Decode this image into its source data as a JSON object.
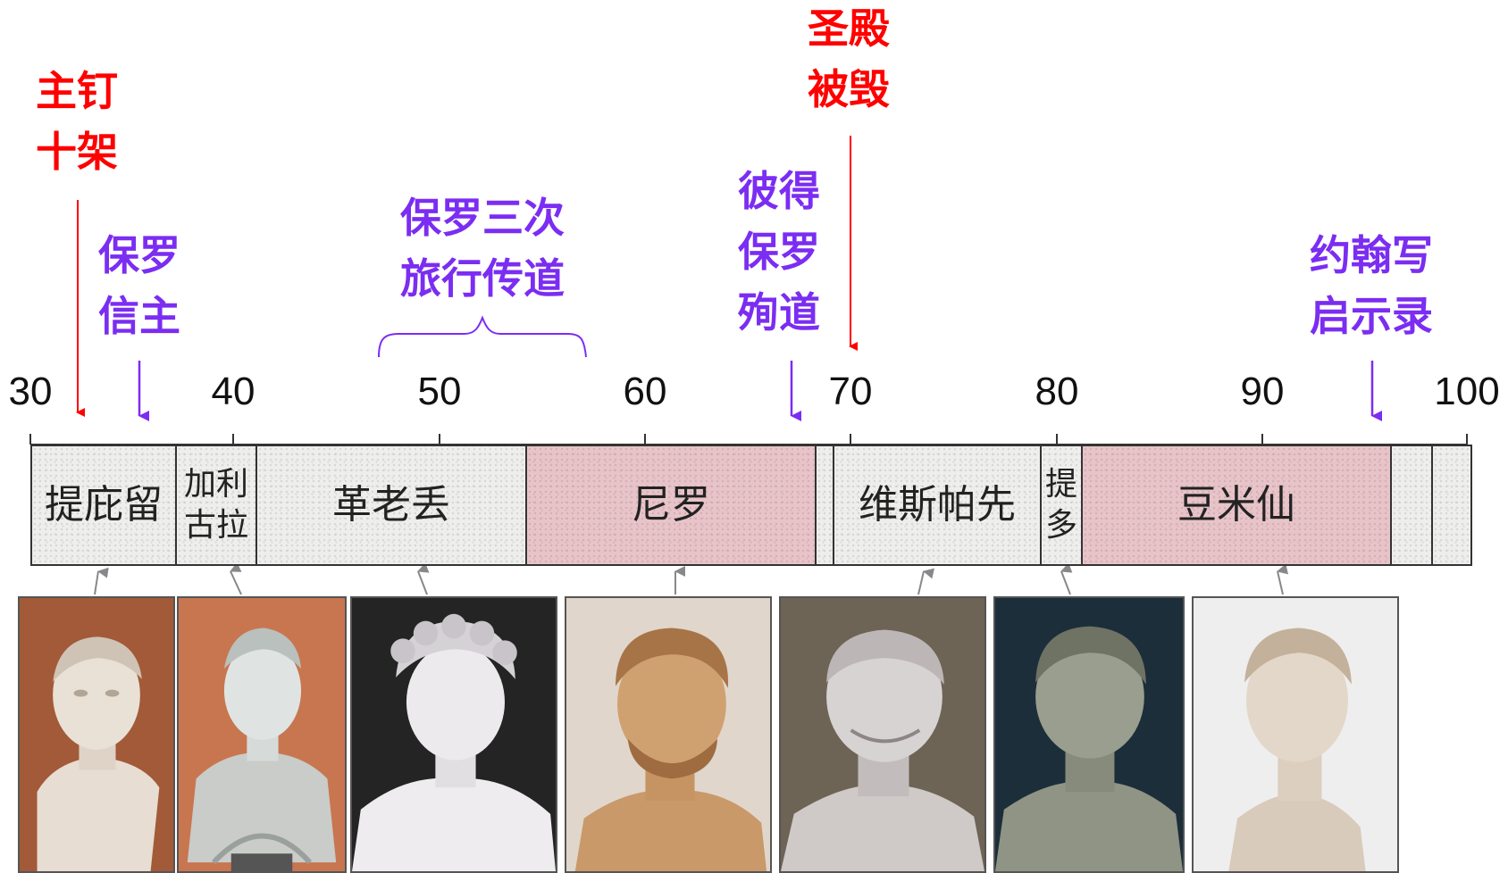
{
  "axis": {
    "ticks": [
      "30",
      "40",
      "50",
      "60",
      "70",
      "80",
      "90",
      "100"
    ]
  },
  "events": {
    "crucifixion": "主钉\n十架",
    "paul_conversion": "保罗\n信主",
    "paul_journeys": "保罗三次\n旅行传道",
    "martyrdom": "彼得\n保罗\n殉道",
    "temple_destroyed": "圣殿\n被毁",
    "revelation": "约翰写\n启示录"
  },
  "emperors": {
    "tiberius": "提庇留",
    "caligula": "加利\n古拉",
    "claudius": "革老丢",
    "nero": "尼罗",
    "vespasian": "维斯帕先",
    "titus": "提\n多",
    "domitian": "豆米仙"
  },
  "colors": {
    "event_red": "#ff0000",
    "event_purple": "#7b2df2",
    "nero_domitian_bar": "#e8c4c9",
    "bar_default": "#eeeeec"
  }
}
